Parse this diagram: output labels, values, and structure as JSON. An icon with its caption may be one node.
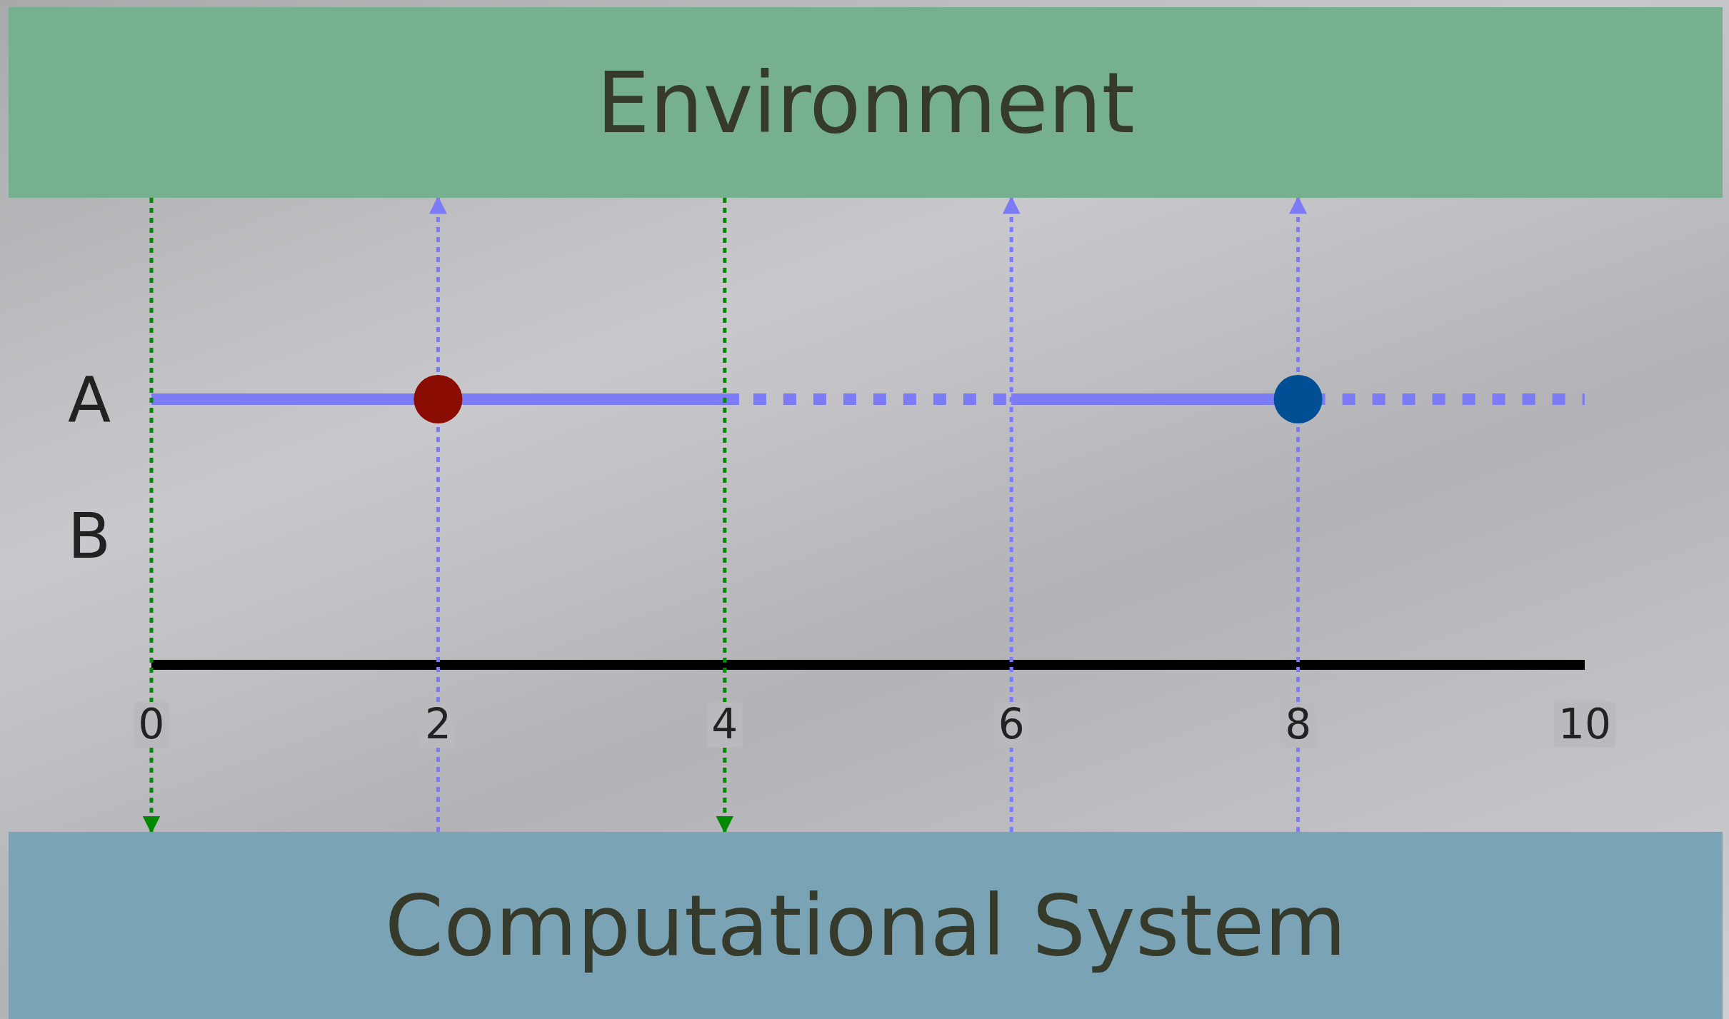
{
  "diagram": {
    "nodes": [
      {
        "text": [
          "Environment"
        ]
      },
      {
        "text": [
          "Computational System"
        ]
      }
    ],
    "edges": [
      {
        "from": 0,
        "to": 1,
        "arrow": "to",
        "style": "dashed",
        "color": "#008a00"
      },
      {
        "from": 1,
        "to": 0,
        "arrow": "to",
        "style": "dashed"
      },
      {
        "from": 0,
        "to": 1,
        "arrow": "to",
        "style": "dashed",
        "color": "#008a00"
      },
      {
        "from": 1,
        "to": 0,
        "arrow": "to",
        "style": "dashed"
      },
      {
        "from": 1,
        "to": 0,
        "arrow": "to",
        "style": "dashed"
      }
    ],
    "labels": [
      "A",
      "B",
      "0",
      "2",
      "4",
      "6",
      "8",
      "10"
    ]
  }
}
